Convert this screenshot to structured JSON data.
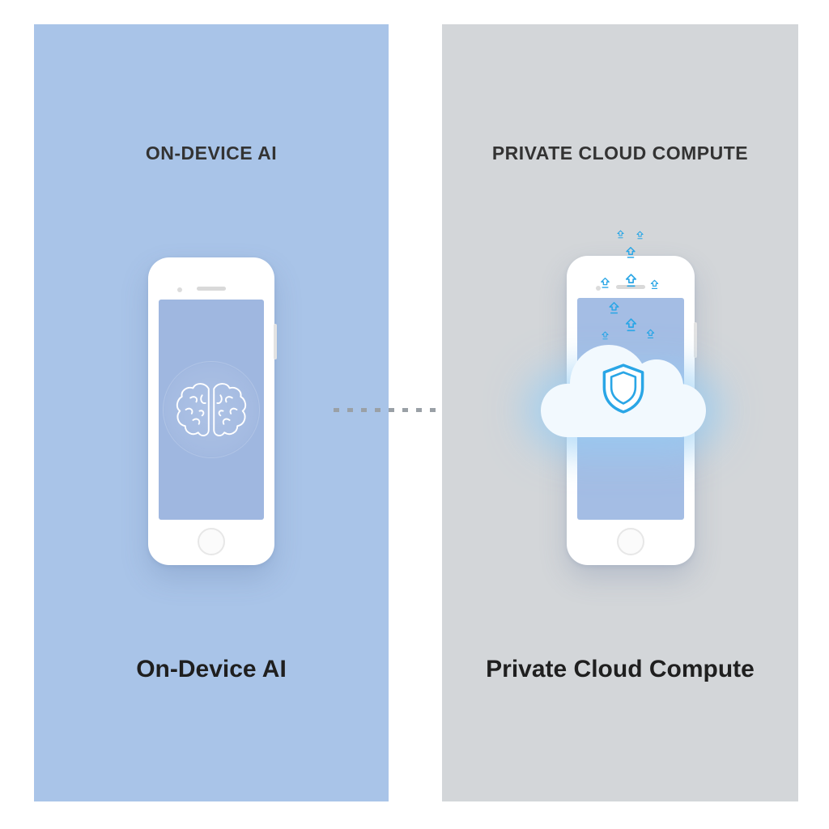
{
  "diagram": {
    "type": "comparison-infographic",
    "left": {
      "title": "ON-DEVICE AI",
      "caption": "On-Device AI",
      "bg_color": "#a9c4e8",
      "screen_color": "#9fb7e0",
      "icon": "brain-icon"
    },
    "right": {
      "title": "PRIVATE CLOUD COMPUTE",
      "caption": "Private Cloud Compute",
      "bg_color": "#d3d6d9",
      "screen_color": "#a4bde4",
      "icons": [
        "cloud-icon",
        "shield-icon",
        "upload-arrow-icon"
      ]
    },
    "connector": {
      "style": "dotted-arrow",
      "direction": "right",
      "color": "#9aa0a6"
    },
    "colors": {
      "accent_blue": "#2aa6e6",
      "phone_white": "#ffffff",
      "text_dark": "#1f1f1f",
      "cloud_glow": "#96cdf5"
    }
  }
}
